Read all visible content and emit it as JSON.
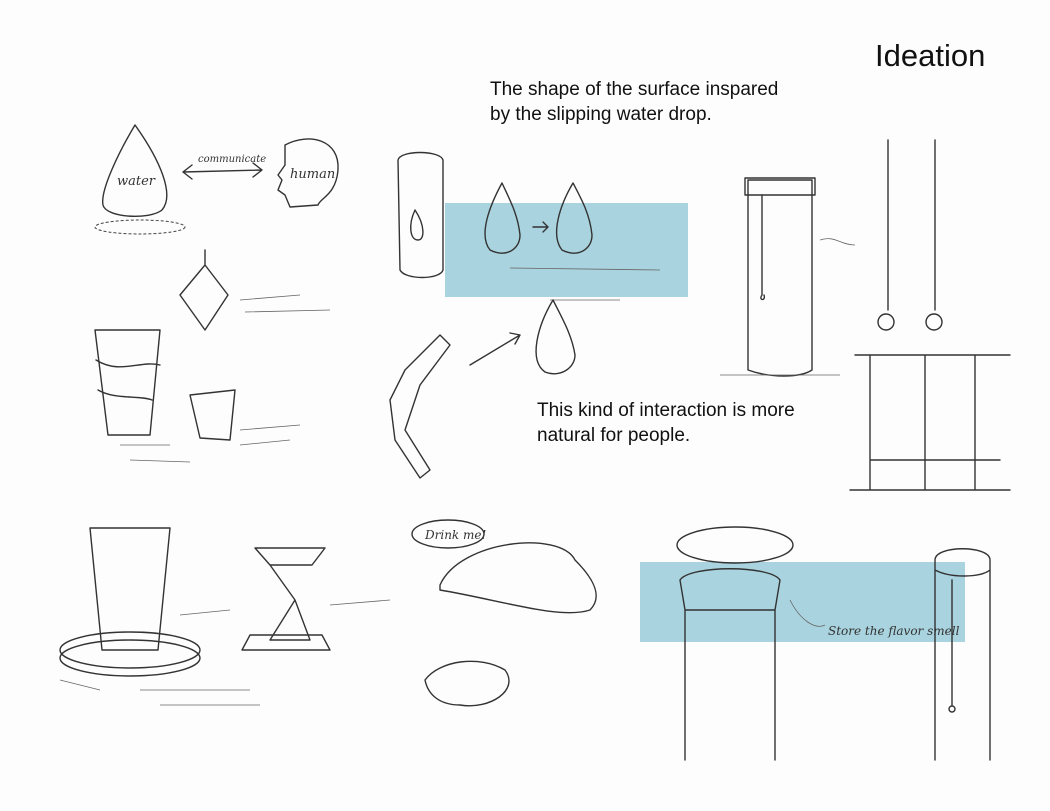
{
  "title": "Ideation",
  "captions": {
    "surface": [
      "The shape of the surface inspared",
      "by the slipping water drop."
    ],
    "interaction": [
      "This kind of interaction is more",
      "natural for people."
    ]
  },
  "sketch_labels": {
    "water": "water",
    "communicate": "communicate",
    "human": "human",
    "drink_me": "Drink me!",
    "store": "Store the flavor smell"
  },
  "colors": {
    "highlight": "#a9d3de",
    "ink": "#333333"
  }
}
